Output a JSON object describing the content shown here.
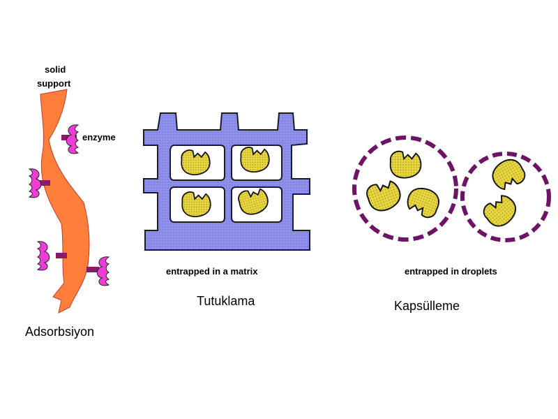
{
  "labels": {
    "solid_support_line1": "solid",
    "solid_support_line2": "support",
    "enzyme": "enzyme",
    "matrix_caption": "entrapped in a matrix",
    "droplets_caption": "entrapped in droplets",
    "adsorption": "Adsorbsiyon",
    "entrapment": "Tutuklama",
    "encapsulation": "Kapsülleme"
  },
  "colors": {
    "support": "#ff7f3a",
    "support_outline": "#c0392b",
    "anchor_enzyme": "#ee3cd6",
    "linker": "#8b1a6b",
    "matrix": "#8f90ea",
    "matrix_outline": "#1a1a2e",
    "enzyme_yellow": "#e8d640",
    "droplet_membrane": "#6d1466"
  },
  "icons": [
    "adsorbed-enzyme-icon",
    "entrapped-enzyme-icon",
    "encapsulated-enzyme-icon"
  ]
}
